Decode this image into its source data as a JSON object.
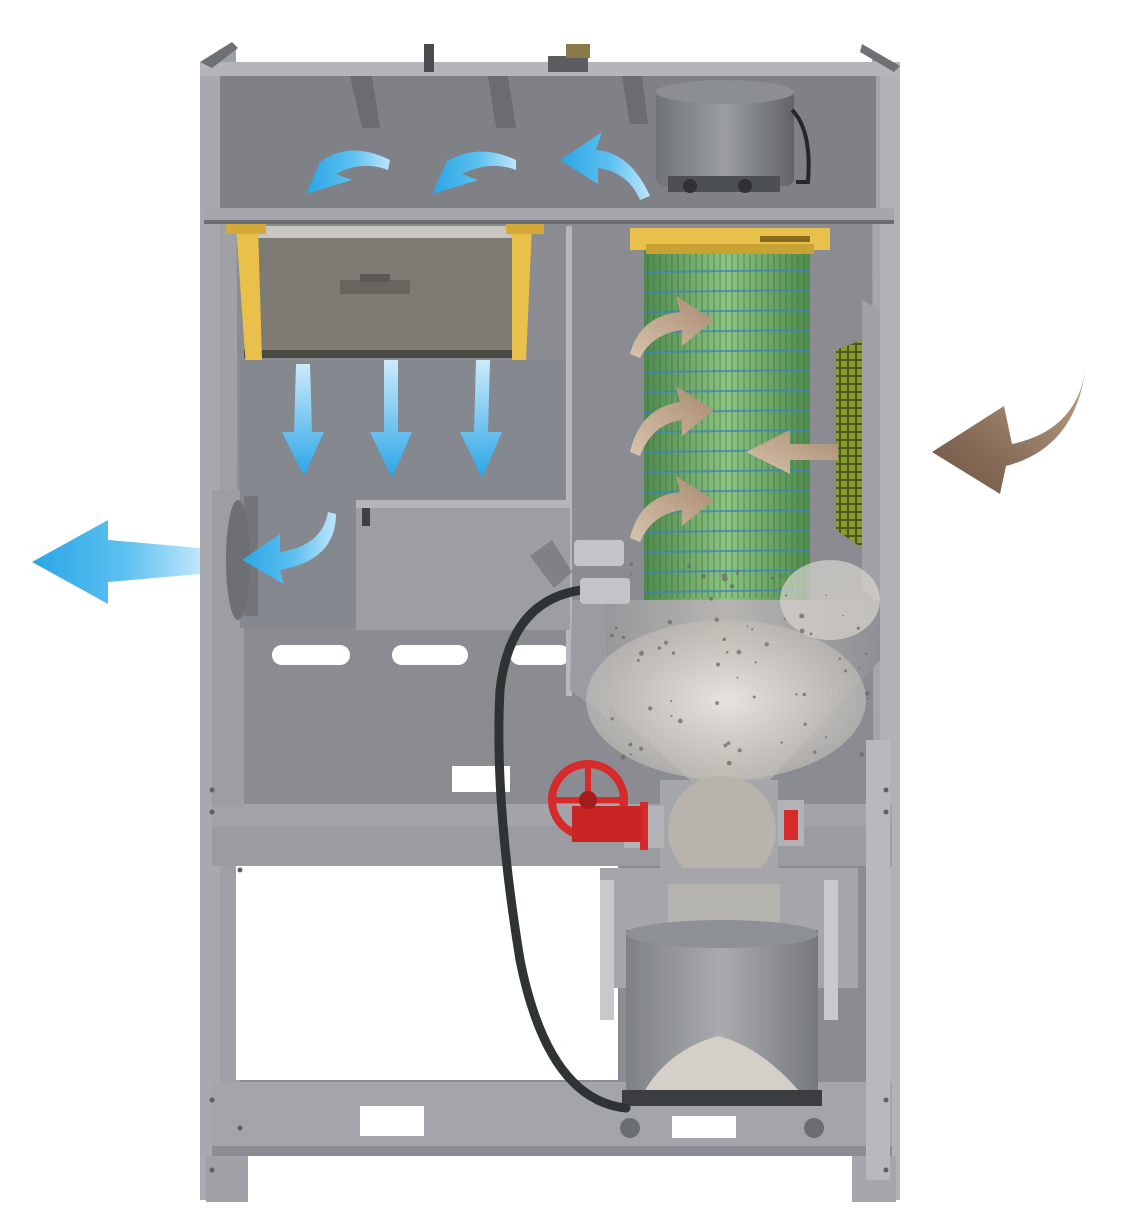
{
  "diagram": {
    "labels": [],
    "colors": {
      "frame": "#9a9ca1",
      "frame_dark": "#7d7f84",
      "panel": "#8f9196",
      "interior": "#8a8c91",
      "clean_air": "#2aa6e6",
      "dirty_air": "#7a6250",
      "dirty_air_light": "#c2a78c",
      "filter_green": "#6fae6a",
      "clamp_yellow": "#e9c14a",
      "valve_red": "#d72a2a",
      "dust": "#cfcac2",
      "hose": "#2e3433"
    },
    "components": [
      "fan-motor",
      "pre-filter-cassette",
      "cartridge-filter",
      "inlet-grille",
      "dust-hopper",
      "rotary-valve",
      "butterfly-valve-handwheel",
      "collection-bin",
      "compressed-air-hose",
      "muffler"
    ],
    "flows": [
      {
        "type": "clean-air",
        "role": "outlet"
      },
      {
        "type": "dirty-air",
        "role": "inlet"
      }
    ]
  }
}
